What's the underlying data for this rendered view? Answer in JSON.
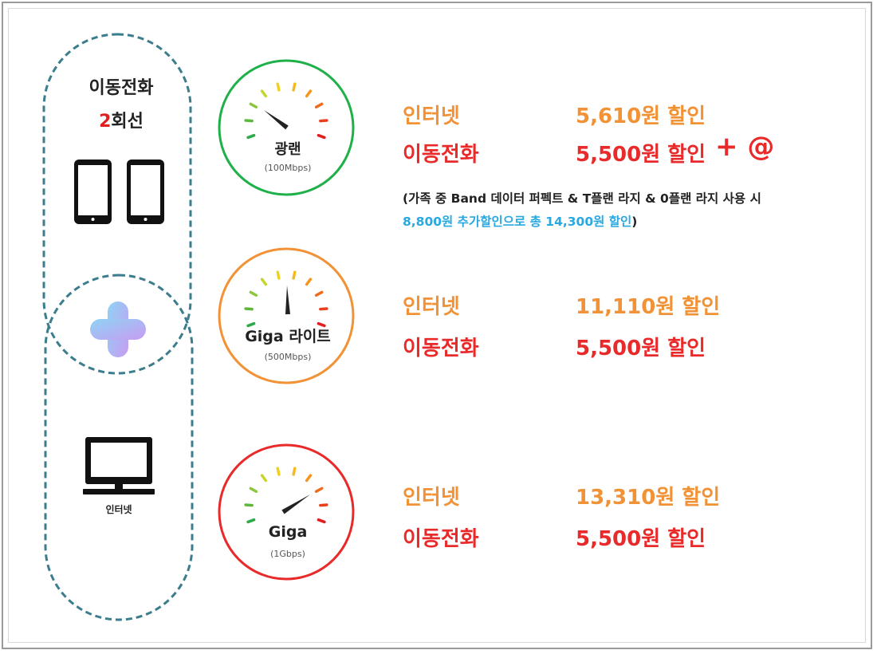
{
  "left": {
    "title_line1": "이동전화",
    "title_line2_num": "2",
    "title_line2_rest": "회선",
    "internet_label": "인터넷"
  },
  "gauges": [
    {
      "name": "광랜",
      "speed": "(100Mbps)",
      "color": "#1fb04a"
    },
    {
      "name": "Giga 라이트",
      "speed": "(500Mbps)",
      "color": "#f29236"
    },
    {
      "name": "Giga",
      "speed": "(1Gbps)",
      "color": "#e82a2a"
    }
  ],
  "rows": [
    {
      "internet_label": "인터넷",
      "internet_discount": "5,610원 할인",
      "mobile_label": "이동전화",
      "mobile_discount": "5,500원 할인",
      "extra": "+ @"
    },
    {
      "internet_label": "인터넷",
      "internet_discount": "11,110원 할인",
      "mobile_label": "이동전화",
      "mobile_discount": "5,500원 할인"
    },
    {
      "internet_label": "인터넷",
      "internet_discount": "13,310원 할인",
      "mobile_label": "이동전화",
      "mobile_discount": "5,500원 할인"
    }
  ],
  "note": {
    "line1": "(가족 중 Band 데이터 퍼펙트 & T플랜 라지 & 0플랜 라지 사용 시",
    "line2_highlight": "8,800원 추가할인으로 총 14,300원 할인",
    "line2_end": ")"
  },
  "colors": {
    "orange": "#f29236",
    "red": "#e82a2a",
    "blue": "#29a9e0",
    "dashed": "#3b7d8c"
  }
}
